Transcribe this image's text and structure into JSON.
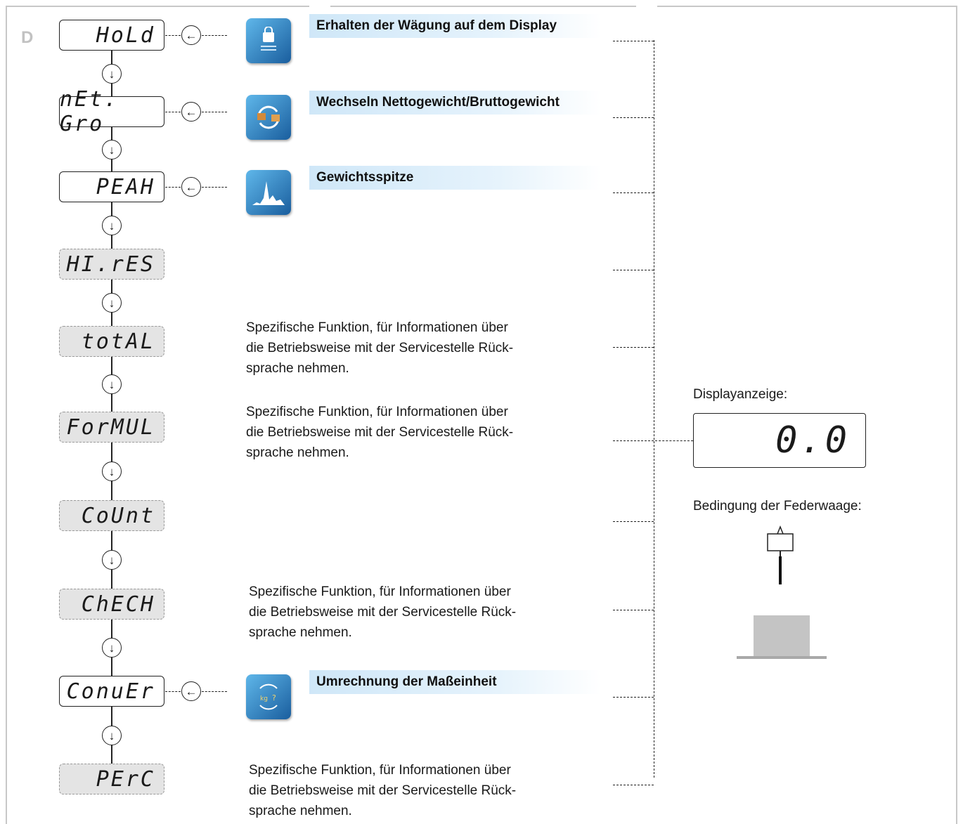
{
  "section_letter": "D",
  "menu": [
    {
      "display": "HoLd",
      "active": true,
      "title": "Erhalten der Wägung auf dem Display",
      "icon": "lock-icon"
    },
    {
      "display": "nEt. Gro",
      "active": true,
      "title": "Wechseln Nettogewicht/Bruttogewicht",
      "icon": "swap-weight-icon"
    },
    {
      "display": "PEAH",
      "active": true,
      "title": "Gewichtsspitze",
      "icon": "peak-chart-icon"
    },
    {
      "display": "HI.rES",
      "active": false
    },
    {
      "display": "totAL",
      "active": false,
      "description": [
        "Spezifische Funktion, für Informationen über",
        "die Betriebsweise mit der Servicestelle Rück-",
        "sprache nehmen."
      ]
    },
    {
      "display": "ForMUL",
      "active": false,
      "description": [
        "Spezifische Funktion, für Informationen über",
        "die Betriebsweise mit der Servicestelle Rück-",
        "sprache nehmen."
      ]
    },
    {
      "display": "CoUnt",
      "active": false
    },
    {
      "display": "ChECH",
      "active": false,
      "description": [
        "Spezifische Funktion, für Informationen über",
        "die Betriebsweise mit der Servicestelle Rück-",
        "sprache nehmen."
      ]
    },
    {
      "display": "ConuEr",
      "active": true,
      "title": "Umrechnung der Maßeinheit",
      "icon": "unit-convert-icon"
    },
    {
      "display": "PErC",
      "active": false,
      "description": [
        "Spezifische Funktion, für Informationen über",
        "die Betriebsweise mit der Servicestelle Rück-",
        "sprache nehmen."
      ]
    }
  ],
  "right_panel": {
    "display_label": "Displayanzeige:",
    "display_value": "0.0",
    "condition_label": "Bedingung der Federwaage:"
  },
  "icons": {
    "down_arrow": "arrow-down-circle-icon",
    "enter_arrow": "enter-arrow-circle-icon"
  }
}
